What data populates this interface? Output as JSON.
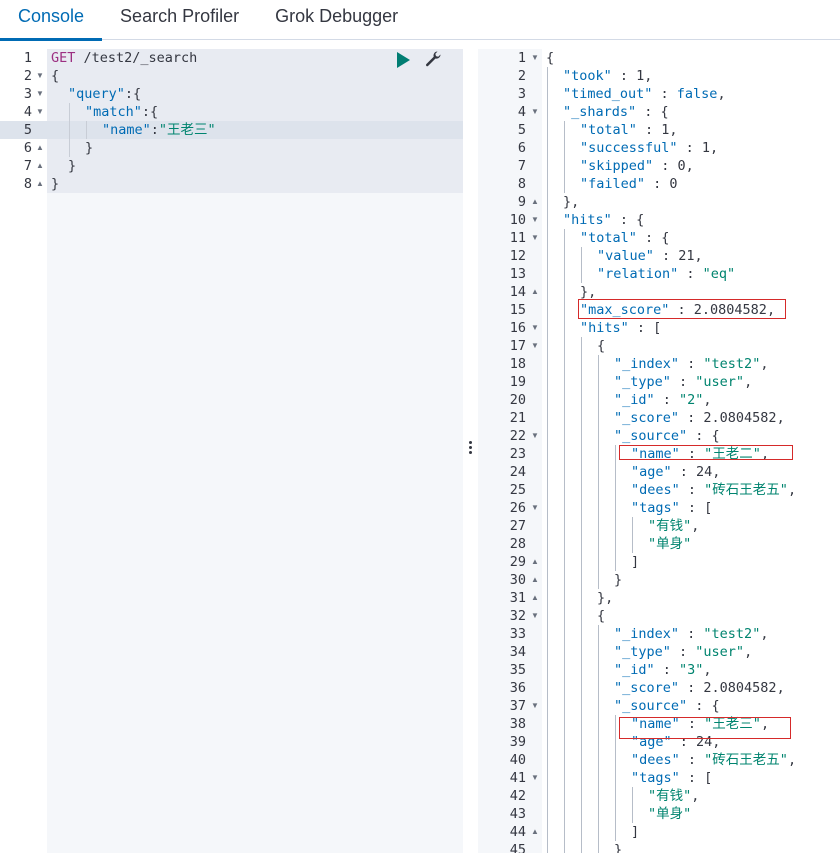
{
  "tabs": [
    {
      "label": "Console",
      "active": true
    },
    {
      "label": "Search Profiler",
      "active": false
    },
    {
      "label": "Grok Debugger",
      "active": false
    }
  ],
  "request": {
    "method": "GET",
    "path": " /test2/_search",
    "lines": [
      {
        "n": "1",
        "fold": "",
        "indent": 0,
        "parts": [
          [
            "m",
            "GET"
          ],
          [
            "p",
            " /test2/_search"
          ]
        ]
      },
      {
        "n": "2",
        "fold": "▼",
        "indent": 0,
        "parts": [
          [
            "p",
            "{"
          ]
        ]
      },
      {
        "n": "3",
        "fold": "▼",
        "indent": 1,
        "parts": [
          [
            "k",
            "\"query\""
          ],
          [
            "p",
            ":{"
          ]
        ]
      },
      {
        "n": "4",
        "fold": "▼",
        "indent": 2,
        "parts": [
          [
            "k",
            "\"match\""
          ],
          [
            "p",
            ":{"
          ]
        ]
      },
      {
        "n": "5",
        "fold": "",
        "indent": 3,
        "parts": [
          [
            "k",
            "\"name\""
          ],
          [
            "p",
            ":"
          ],
          [
            "s",
            "\"王老三\""
          ]
        ]
      },
      {
        "n": "6",
        "fold": "▲",
        "indent": 2,
        "parts": [
          [
            "p",
            "}"
          ]
        ]
      },
      {
        "n": "7",
        "fold": "▲",
        "indent": 1,
        "parts": [
          [
            "p",
            "}"
          ]
        ]
      },
      {
        "n": "8",
        "fold": "▲",
        "indent": 0,
        "parts": [
          [
            "p",
            "}"
          ]
        ]
      }
    ]
  },
  "actions": {
    "run_icon": "play-icon",
    "settings_icon": "wrench-icon"
  },
  "response": {
    "lines": [
      {
        "n": "1",
        "fold": "▼",
        "indent": 0,
        "parts": [
          [
            "p",
            "{"
          ]
        ]
      },
      {
        "n": "2",
        "fold": "",
        "indent": 1,
        "parts": [
          [
            "k",
            "\"took\""
          ],
          [
            "p",
            " : 1,"
          ]
        ]
      },
      {
        "n": "3",
        "fold": "",
        "indent": 1,
        "parts": [
          [
            "k",
            "\"timed_out\""
          ],
          [
            "p",
            " : "
          ],
          [
            "b",
            "false"
          ],
          [
            "p",
            ","
          ]
        ]
      },
      {
        "n": "4",
        "fold": "▼",
        "indent": 1,
        "parts": [
          [
            "k",
            "\"_shards\""
          ],
          [
            "p",
            " : {"
          ]
        ]
      },
      {
        "n": "5",
        "fold": "",
        "indent": 2,
        "parts": [
          [
            "k",
            "\"total\""
          ],
          [
            "p",
            " : 1,"
          ]
        ]
      },
      {
        "n": "6",
        "fold": "",
        "indent": 2,
        "parts": [
          [
            "k",
            "\"successful\""
          ],
          [
            "p",
            " : 1,"
          ]
        ]
      },
      {
        "n": "7",
        "fold": "",
        "indent": 2,
        "parts": [
          [
            "k",
            "\"skipped\""
          ],
          [
            "p",
            " : 0,"
          ]
        ]
      },
      {
        "n": "8",
        "fold": "",
        "indent": 2,
        "parts": [
          [
            "k",
            "\"failed\""
          ],
          [
            "p",
            " : 0"
          ]
        ]
      },
      {
        "n": "9",
        "fold": "▲",
        "indent": 1,
        "parts": [
          [
            "p",
            "},"
          ]
        ]
      },
      {
        "n": "10",
        "fold": "▼",
        "indent": 1,
        "parts": [
          [
            "k",
            "\"hits\""
          ],
          [
            "p",
            " : {"
          ]
        ]
      },
      {
        "n": "11",
        "fold": "▼",
        "indent": 2,
        "parts": [
          [
            "k",
            "\"total\""
          ],
          [
            "p",
            " : {"
          ]
        ]
      },
      {
        "n": "12",
        "fold": "",
        "indent": 3,
        "parts": [
          [
            "k",
            "\"value\""
          ],
          [
            "p",
            " : 21,"
          ]
        ]
      },
      {
        "n": "13",
        "fold": "",
        "indent": 3,
        "parts": [
          [
            "k",
            "\"relation\""
          ],
          [
            "p",
            " : "
          ],
          [
            "s",
            "\"eq\""
          ]
        ]
      },
      {
        "n": "14",
        "fold": "▲",
        "indent": 2,
        "parts": [
          [
            "p",
            "},"
          ]
        ]
      },
      {
        "n": "15",
        "fold": "",
        "indent": 2,
        "parts": [
          [
            "k",
            "\"max_score\""
          ],
          [
            "p",
            " : 2.0804582,"
          ]
        ]
      },
      {
        "n": "16",
        "fold": "▼",
        "indent": 2,
        "parts": [
          [
            "k",
            "\"hits\""
          ],
          [
            "p",
            " : ["
          ]
        ]
      },
      {
        "n": "17",
        "fold": "▼",
        "indent": 3,
        "parts": [
          [
            "p",
            "{"
          ]
        ]
      },
      {
        "n": "18",
        "fold": "",
        "indent": 4,
        "parts": [
          [
            "k",
            "\"_index\""
          ],
          [
            "p",
            " : "
          ],
          [
            "s",
            "\"test2\""
          ],
          [
            "p",
            ","
          ]
        ]
      },
      {
        "n": "19",
        "fold": "",
        "indent": 4,
        "parts": [
          [
            "k",
            "\"_type\""
          ],
          [
            "p",
            " : "
          ],
          [
            "s",
            "\"user\""
          ],
          [
            "p",
            ","
          ]
        ]
      },
      {
        "n": "20",
        "fold": "",
        "indent": 4,
        "parts": [
          [
            "k",
            "\"_id\""
          ],
          [
            "p",
            " : "
          ],
          [
            "s",
            "\"2\""
          ],
          [
            "p",
            ","
          ]
        ]
      },
      {
        "n": "21",
        "fold": "",
        "indent": 4,
        "parts": [
          [
            "k",
            "\"_score\""
          ],
          [
            "p",
            " : 2.0804582,"
          ]
        ]
      },
      {
        "n": "22",
        "fold": "▼",
        "indent": 4,
        "parts": [
          [
            "k",
            "\"_source\""
          ],
          [
            "p",
            " : {"
          ]
        ]
      },
      {
        "n": "23",
        "fold": "",
        "indent": 5,
        "parts": [
          [
            "k",
            "\"name\""
          ],
          [
            "p",
            " : "
          ],
          [
            "s",
            "\"王老二\""
          ],
          [
            "p",
            ","
          ]
        ]
      },
      {
        "n": "24",
        "fold": "",
        "indent": 5,
        "parts": [
          [
            "k",
            "\"age\""
          ],
          [
            "p",
            " : 24,"
          ]
        ]
      },
      {
        "n": "25",
        "fold": "",
        "indent": 5,
        "parts": [
          [
            "k",
            "\"dees\""
          ],
          [
            "p",
            " : "
          ],
          [
            "s",
            "\"砖石王老五\""
          ],
          [
            "p",
            ","
          ]
        ]
      },
      {
        "n": "26",
        "fold": "▼",
        "indent": 5,
        "parts": [
          [
            "k",
            "\"tags\""
          ],
          [
            "p",
            " : ["
          ]
        ]
      },
      {
        "n": "27",
        "fold": "",
        "indent": 6,
        "parts": [
          [
            "s",
            "\"有钱\""
          ],
          [
            "p",
            ","
          ]
        ]
      },
      {
        "n": "28",
        "fold": "",
        "indent": 6,
        "parts": [
          [
            "s",
            "\"单身\""
          ]
        ]
      },
      {
        "n": "29",
        "fold": "▲",
        "indent": 5,
        "parts": [
          [
            "p",
            "]"
          ]
        ]
      },
      {
        "n": "30",
        "fold": "▲",
        "indent": 4,
        "parts": [
          [
            "p",
            "}"
          ]
        ]
      },
      {
        "n": "31",
        "fold": "▲",
        "indent": 3,
        "parts": [
          [
            "p",
            "},"
          ]
        ]
      },
      {
        "n": "32",
        "fold": "▼",
        "indent": 3,
        "parts": [
          [
            "p",
            "{"
          ]
        ]
      },
      {
        "n": "33",
        "fold": "",
        "indent": 4,
        "parts": [
          [
            "k",
            "\"_index\""
          ],
          [
            "p",
            " : "
          ],
          [
            "s",
            "\"test2\""
          ],
          [
            "p",
            ","
          ]
        ]
      },
      {
        "n": "34",
        "fold": "",
        "indent": 4,
        "parts": [
          [
            "k",
            "\"_type\""
          ],
          [
            "p",
            " : "
          ],
          [
            "s",
            "\"user\""
          ],
          [
            "p",
            ","
          ]
        ]
      },
      {
        "n": "35",
        "fold": "",
        "indent": 4,
        "parts": [
          [
            "k",
            "\"_id\""
          ],
          [
            "p",
            " : "
          ],
          [
            "s",
            "\"3\""
          ],
          [
            "p",
            ","
          ]
        ]
      },
      {
        "n": "36",
        "fold": "",
        "indent": 4,
        "parts": [
          [
            "k",
            "\"_score\""
          ],
          [
            "p",
            " : 2.0804582,"
          ]
        ]
      },
      {
        "n": "37",
        "fold": "▼",
        "indent": 4,
        "parts": [
          [
            "k",
            "\"_source\""
          ],
          [
            "p",
            " : {"
          ]
        ]
      },
      {
        "n": "38",
        "fold": "",
        "indent": 5,
        "parts": [
          [
            "k",
            "\"name\""
          ],
          [
            "p",
            " : "
          ],
          [
            "s",
            "\"王老三\""
          ],
          [
            "p",
            ","
          ]
        ]
      },
      {
        "n": "39",
        "fold": "",
        "indent": 5,
        "parts": [
          [
            "k",
            "\"age\""
          ],
          [
            "p",
            " : 24,"
          ]
        ]
      },
      {
        "n": "40",
        "fold": "",
        "indent": 5,
        "parts": [
          [
            "k",
            "\"dees\""
          ],
          [
            "p",
            " : "
          ],
          [
            "s",
            "\"砖石王老五\""
          ],
          [
            "p",
            ","
          ]
        ]
      },
      {
        "n": "41",
        "fold": "▼",
        "indent": 5,
        "parts": [
          [
            "k",
            "\"tags\""
          ],
          [
            "p",
            " : ["
          ]
        ]
      },
      {
        "n": "42",
        "fold": "",
        "indent": 6,
        "parts": [
          [
            "s",
            "\"有钱\""
          ],
          [
            "p",
            ","
          ]
        ]
      },
      {
        "n": "43",
        "fold": "",
        "indent": 6,
        "parts": [
          [
            "s",
            "\"单身\""
          ]
        ]
      },
      {
        "n": "44",
        "fold": "▲",
        "indent": 5,
        "parts": [
          [
            "p",
            "]"
          ]
        ]
      },
      {
        "n": "45",
        "fold": "",
        "indent": 4,
        "parts": [
          [
            "p",
            "}"
          ]
        ]
      }
    ]
  },
  "highlights": [
    "max_score",
    "name-hit-2",
    "name-hit-3"
  ]
}
